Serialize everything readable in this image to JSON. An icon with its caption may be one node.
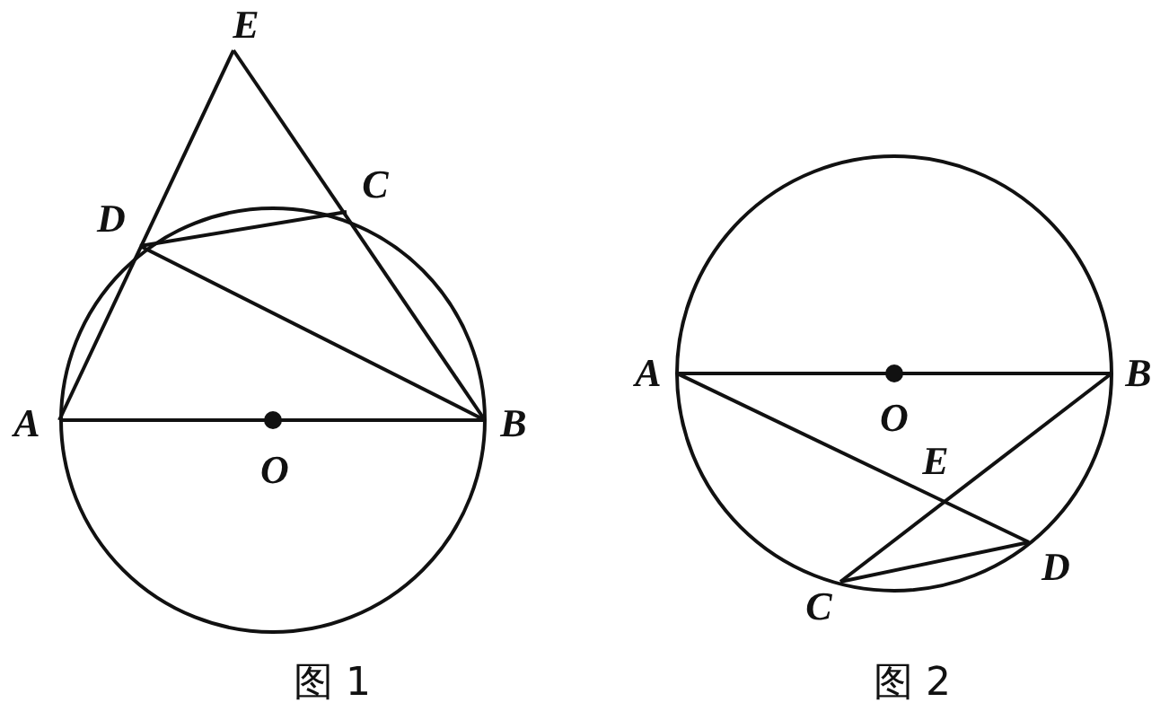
{
  "diagram": {
    "nodes": [
      {
        "text": [
          "E"
        ]
      },
      {
        "text": [
          "D"
        ]
      },
      {
        "text": [
          "C"
        ]
      },
      {
        "text": [
          "A"
        ]
      },
      {
        "text": [
          "O"
        ]
      },
      {
        "text": [
          "B"
        ]
      },
      {
        "text": [
          "A"
        ]
      },
      {
        "text": [
          "O"
        ]
      },
      {
        "text": [
          "B"
        ]
      },
      {
        "text": [
          "E"
        ]
      },
      {
        "text": [
          "D"
        ]
      },
      {
        "text": [
          "C"
        ]
      }
    ],
    "edges": [
      {
        "from": 3,
        "to": 0,
        "arrow": "none"
      },
      {
        "from": 5,
        "to": 0,
        "arrow": "none"
      },
      {
        "from": 1,
        "to": 2,
        "arrow": "none"
      },
      {
        "from": 1,
        "to": 5,
        "arrow": "none"
      },
      {
        "from": 3,
        "to": 5,
        "arrow": "none"
      },
      {
        "from": 6,
        "to": 8,
        "arrow": "none"
      },
      {
        "from": 6,
        "to": 10,
        "arrow": "none"
      },
      {
        "from": 8,
        "to": 11,
        "arrow": "none"
      },
      {
        "from": 11,
        "to": 10,
        "arrow": "none"
      }
    ],
    "labels": [
      "图 1",
      "图 2"
    ]
  }
}
